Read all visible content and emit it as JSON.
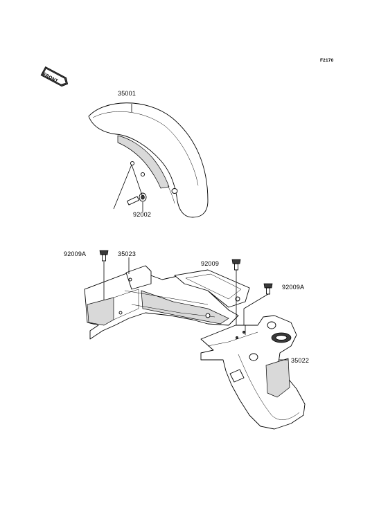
{
  "diagram_ref": "F2170",
  "front_badge": "FRONT",
  "parts": {
    "front_fender": "35001",
    "bolt_front": "92002",
    "bolt_left": "92009A",
    "bracket": "35023",
    "bolt_middle": "92009",
    "bolt_right": "92009A",
    "rear_fender": "35022"
  }
}
